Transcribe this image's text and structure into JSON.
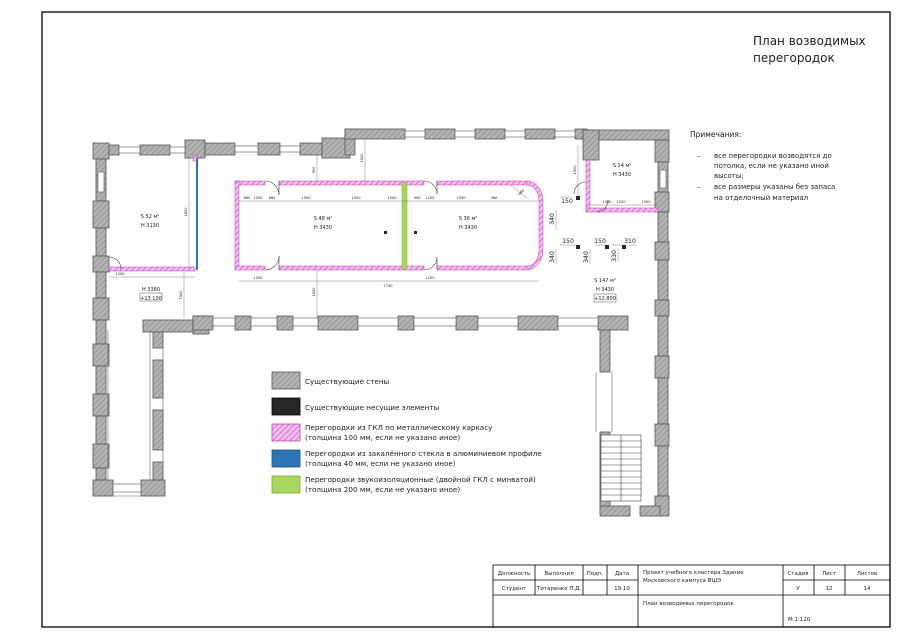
{
  "title": {
    "line1": "План возводимых",
    "line2": "перегородок"
  },
  "notes": {
    "heading": "Примечания:",
    "dash": "–",
    "items": [
      [
        "все перегородки возводятся до",
        "потолка, если не указано иной",
        "высоты;"
      ],
      [
        "все размеры указаны без запаса",
        "на  отделочный материал"
      ]
    ]
  },
  "rooms": [
    {
      "s": "S 52 м²",
      "h": "H 3130"
    },
    {
      "s": "S 48 м²",
      "h": "H 3430"
    },
    {
      "s": "S 36 м²",
      "h": "H 3430"
    },
    {
      "s": "S 14 м²",
      "h": "H 3430"
    },
    {
      "s": "S 147 м²",
      "h": "H 3430",
      "level": "+12.800"
    },
    {
      "h": "H 3380",
      "level": "+13.100"
    }
  ],
  "dims": {
    "d1": "1200",
    "d2": "1200",
    "d3": "1200",
    "d4": "1200",
    "w1": "7740",
    "w2": "1200",
    "w3": "1520",
    "v1": "340",
    "v2": "340",
    "v3": "340",
    "v4": "330",
    "n1": "150",
    "n2": "150",
    "n3": "150",
    "n4": "310",
    "small": [
      "680",
      "680",
      "1500",
      "1500",
      "1500",
      "900",
      "1500",
      "460",
      "1800",
      "1080",
      "1500"
    ]
  },
  "legend": [
    {
      "color": "#a6a6a6",
      "pattern": "hatch-gray",
      "line1": "Существующие стены"
    },
    {
      "color": "#262626",
      "pattern": "solid-black",
      "line1": "Существующие несущие элементы"
    },
    {
      "color": "#e080d8",
      "pattern": "hatch-pink",
      "line1": "Перегородки из ГКЛ по металлическому каркасу",
      "line2": "(толщина 100 мм, если не указано иное)"
    },
    {
      "color": "#2e75b6",
      "pattern": "solid-blue",
      "line1": "Перегородки из закалённого стекла в алюминиевом профиле",
      "line2": "(толщина 40 мм, если не указано иное)"
    },
    {
      "color": "#a9d65e",
      "pattern": "solid-green",
      "line1": "Перегородки звукоизоляционные (двойной ГКЛ с минватой)",
      "line2": "(толщина 200 мм, если не указано иное)"
    }
  ],
  "stamp": {
    "headers": [
      "Должность",
      "Выполнил",
      "Подп.",
      "Дата"
    ],
    "row": [
      "Студент",
      "Титаренко Л.Д.",
      "",
      "19.10"
    ],
    "project_line1": "Проект учебного кластера Здание",
    "project_line2": "Московского кампуса ВШЭ",
    "sheet_title": "План возводимых перегородок",
    "stage_headers": [
      "Стадия",
      "Лист",
      "Листов"
    ],
    "stage_values": [
      "У",
      "12",
      "14"
    ],
    "scale": "М 1:120"
  }
}
